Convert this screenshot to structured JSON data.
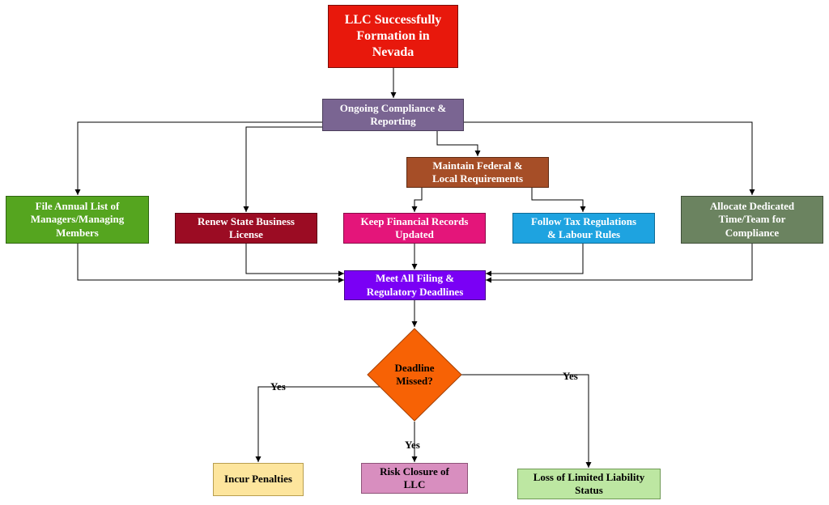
{
  "nodes": {
    "start": {
      "text": "LLC Successfully\nFormation in\nNevada",
      "bg": "#e8180c"
    },
    "ongoing": {
      "text": "Ongoing Compliance &\nReporting",
      "bg": "#7a6592"
    },
    "maintain": {
      "text": "Maintain Federal &\nLocal Requirements",
      "bg": "#a64e27"
    },
    "annual": {
      "text": "File Annual List of\nManagers/Managing\nMembers",
      "bg": "#55a51f"
    },
    "renew": {
      "text": "Renew State Business\nLicense",
      "bg": "#9b0c23"
    },
    "records": {
      "text": "Keep Financial Records\nUpdated",
      "bg": "#e4157a"
    },
    "tax": {
      "text": "Follow Tax Regulations\n& Labour Rules",
      "bg": "#1ea3e0"
    },
    "allocate": {
      "text": "Allocate Dedicated\nTime/Team for\nCompliance",
      "bg": "#6b8360"
    },
    "deadlines": {
      "text": "Meet All Filing &\nRegulatory Deadlines",
      "bg": "#7a00f5"
    },
    "decision": {
      "text": "Deadline\nMissed?",
      "bg": "#f76205"
    },
    "penalties": {
      "text": "Incur Penalties",
      "bg": "#fde59d"
    },
    "closure": {
      "text": "Risk Closure of\nLLC",
      "bg": "#d88ebf"
    },
    "liability": {
      "text": "Loss of Limited Liability\nStatus",
      "bg": "#bde7a2"
    }
  },
  "edge_labels": {
    "left": "Yes",
    "middle": "Yes",
    "right": "Yes"
  }
}
